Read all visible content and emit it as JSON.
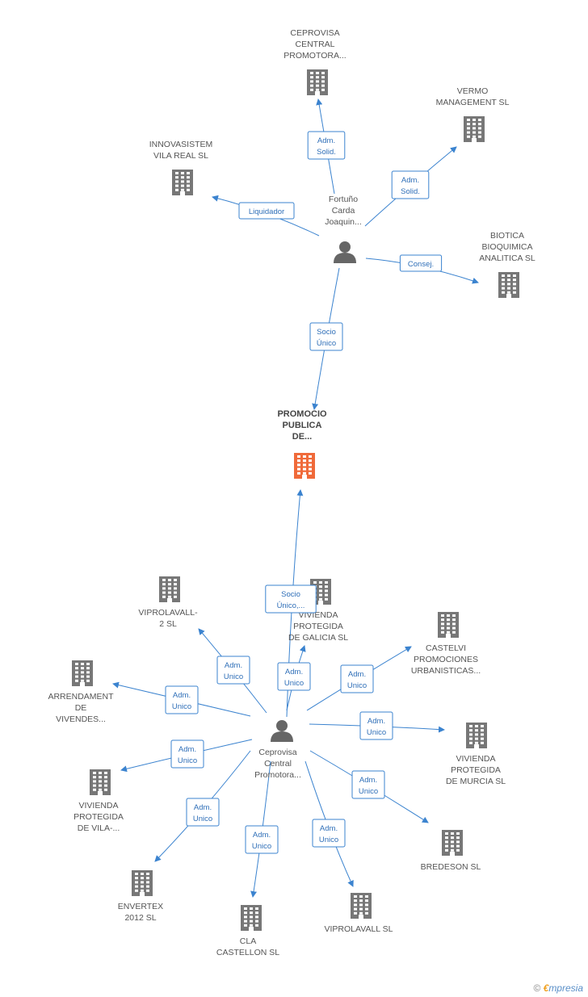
{
  "colors": {
    "edge": "#3b83cf",
    "building": "#777777",
    "building_main": "#f06a3a",
    "person": "#666666"
  },
  "nodes": [
    {
      "id": "main",
      "type": "company",
      "main": true,
      "lines": [
        "PROMOCIO",
        "PUBLICA",
        "DE..."
      ]
    },
    {
      "id": "fortuno",
      "type": "person",
      "lines": [
        "Fortuño",
        "Carda",
        "Joaquin..."
      ]
    },
    {
      "id": "ceprovisa_person",
      "type": "person",
      "lines": [
        "Ceprovisa",
        "Central",
        "Promotora..."
      ]
    },
    {
      "id": "ceprovisa_co",
      "type": "company",
      "lines": [
        "CEPROVISA",
        "CENTRAL",
        "PROMOTORA..."
      ]
    },
    {
      "id": "vermo",
      "type": "company",
      "lines": [
        "VERMO",
        "MANAGEMENT SL"
      ]
    },
    {
      "id": "innovasistem",
      "type": "company",
      "lines": [
        "INNOVASISTEM",
        "VILA REAL  SL"
      ]
    },
    {
      "id": "biotica",
      "type": "company",
      "lines": [
        "BIOTICA",
        "BIOQUIMICA",
        "ANALITICA SL"
      ]
    },
    {
      "id": "viprolavall2",
      "type": "company",
      "lines": [
        "VIPROLAVALL-",
        "2 SL"
      ]
    },
    {
      "id": "galicia",
      "type": "company",
      "lines": [
        "VIVIENDA",
        "PROTEGIDA",
        "DE GALICIA SL"
      ]
    },
    {
      "id": "castelvi",
      "type": "company",
      "lines": [
        "CASTELVI",
        "PROMOCIONES",
        "URBANISTICAS..."
      ]
    },
    {
      "id": "arrendament",
      "type": "company",
      "lines": [
        "ARRENDAMENT",
        "DE",
        "VIVENDES..."
      ]
    },
    {
      "id": "murcia",
      "type": "company",
      "lines": [
        "VIVIENDA",
        "PROTEGIDA",
        "DE MURCIA SL"
      ]
    },
    {
      "id": "vila",
      "type": "company",
      "lines": [
        "VIVIENDA",
        "PROTEGIDA",
        "DE VILA-..."
      ]
    },
    {
      "id": "bredeson",
      "type": "company",
      "lines": [
        "BREDESON SL"
      ]
    },
    {
      "id": "envertex",
      "type": "company",
      "lines": [
        "ENVERTEX",
        "2012 SL"
      ]
    },
    {
      "id": "cla",
      "type": "company",
      "lines": [
        "CLA",
        "CASTELLON SL"
      ]
    },
    {
      "id": "viprolavall",
      "type": "company",
      "lines": [
        "VIPROLAVALL SL"
      ]
    }
  ],
  "edges": [
    {
      "from": "fortuno",
      "to": "ceprovisa_co",
      "label": [
        "Adm.",
        "Solid."
      ]
    },
    {
      "from": "fortuno",
      "to": "vermo",
      "label": [
        "Adm.",
        "Solid."
      ]
    },
    {
      "from": "fortuno",
      "to": "innovasistem",
      "label": [
        "Liquidador"
      ]
    },
    {
      "from": "fortuno",
      "to": "biotica",
      "label": [
        "Consej."
      ]
    },
    {
      "from": "fortuno",
      "to": "main",
      "label": [
        "Socio",
        "Único"
      ]
    },
    {
      "from": "ceprovisa_person",
      "to": "main",
      "label": [
        "Socio",
        "Único,..."
      ]
    },
    {
      "from": "ceprovisa_person",
      "to": "viprolavall2",
      "label": [
        "Adm.",
        "Unico"
      ]
    },
    {
      "from": "ceprovisa_person",
      "to": "galicia",
      "label": [
        "Adm.",
        "Unico"
      ]
    },
    {
      "from": "ceprovisa_person",
      "to": "castelvi",
      "label": [
        "Adm.",
        "Unico"
      ]
    },
    {
      "from": "ceprovisa_person",
      "to": "arrendament",
      "label": [
        "Adm.",
        "Unico"
      ]
    },
    {
      "from": "ceprovisa_person",
      "to": "murcia",
      "label": [
        "Adm.",
        "Unico"
      ]
    },
    {
      "from": "ceprovisa_person",
      "to": "vila",
      "label": [
        "Adm.",
        "Unico"
      ]
    },
    {
      "from": "ceprovisa_person",
      "to": "bredeson",
      "label": [
        "Adm.",
        "Unico"
      ]
    },
    {
      "from": "ceprovisa_person",
      "to": "envertex",
      "label": [
        "Adm.",
        "Unico"
      ]
    },
    {
      "from": "ceprovisa_person",
      "to": "cla",
      "label": [
        "Adm.",
        "Unico"
      ]
    },
    {
      "from": "ceprovisa_person",
      "to": "viprolavall",
      "label": [
        "Adm.",
        "Unico"
      ]
    }
  ],
  "footer": {
    "copyright": "©",
    "brand_e": "€",
    "brand_rest": "mpresia"
  }
}
